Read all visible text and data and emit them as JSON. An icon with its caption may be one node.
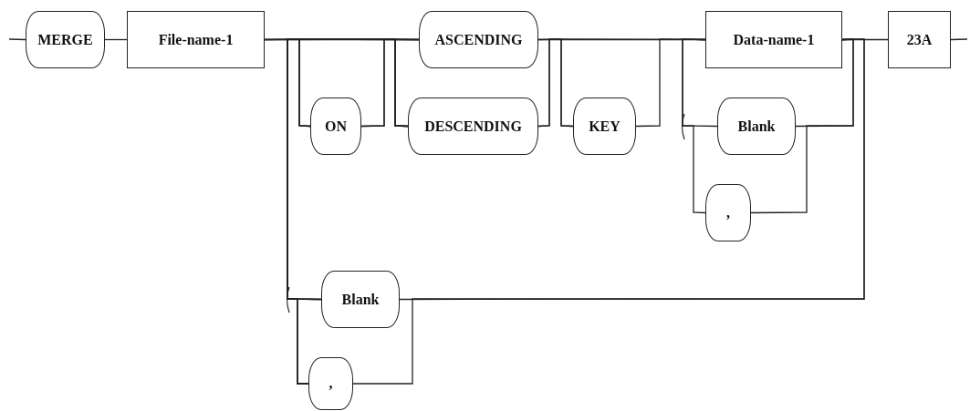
{
  "diagram": {
    "nodes": [
      {
        "text": [
          "MERGE"
        ]
      },
      {
        "text": [
          "File-name-1"
        ]
      },
      {
        "text": [
          "ON"
        ]
      },
      {
        "text": [
          "ASCENDING"
        ]
      },
      {
        "text": [
          "DESCENDING"
        ]
      },
      {
        "text": [
          "KEY"
        ]
      },
      {
        "text": [
          "Data-name-1"
        ]
      },
      {
        "text": [
          "Blank"
        ]
      },
      {
        "text": [
          ","
        ]
      },
      {
        "text": [
          "23A"
        ]
      },
      {
        "text": [
          "Blank"
        ]
      },
      {
        "text": [
          ","
        ]
      }
    ],
    "edges": [
      {
        "from": null,
        "to": 0,
        "arrow": "none"
      },
      {
        "from": 0,
        "to": 1,
        "arrow": "none"
      },
      {
        "from": 1,
        "to": 2,
        "arrow": "none"
      },
      {
        "from": 1,
        "to": 3,
        "arrow": "none"
      },
      {
        "from": 1,
        "to": 4,
        "arrow": "none"
      },
      {
        "from": 2,
        "to": 3,
        "arrow": "none"
      },
      {
        "from": 2,
        "to": 4,
        "arrow": "none"
      },
      {
        "from": 3,
        "to": 5,
        "arrow": "none"
      },
      {
        "from": 3,
        "to": 6,
        "arrow": "none"
      },
      {
        "from": 4,
        "to": 5,
        "arrow": "none"
      },
      {
        "from": 4,
        "to": 6,
        "arrow": "none"
      },
      {
        "from": 5,
        "to": 6,
        "arrow": "none"
      },
      {
        "from": 6,
        "to": 7,
        "arrow": "none"
      },
      {
        "from": 7,
        "to": 6,
        "arrow": "none"
      },
      {
        "from": 6,
        "to": 8,
        "arrow": "none"
      },
      {
        "from": 8,
        "to": 6,
        "arrow": "none"
      },
      {
        "from": 6,
        "to": 9,
        "arrow": "none"
      },
      {
        "from": 6,
        "to": 10,
        "arrow": "none"
      },
      {
        "from": 6,
        "to": 11,
        "arrow": "none"
      },
      {
        "from": 10,
        "to": 2,
        "arrow": "none"
      },
      {
        "from": 10,
        "to": 3,
        "arrow": "none"
      },
      {
        "from": 10,
        "to": 4,
        "arrow": "none"
      },
      {
        "from": 11,
        "to": 2,
        "arrow": "none"
      },
      {
        "from": 11,
        "to": 3,
        "arrow": "none"
      },
      {
        "from": 11,
        "to": 4,
        "arrow": "none"
      },
      {
        "from": 9,
        "to": null,
        "arrow": "none"
      }
    ]
  }
}
